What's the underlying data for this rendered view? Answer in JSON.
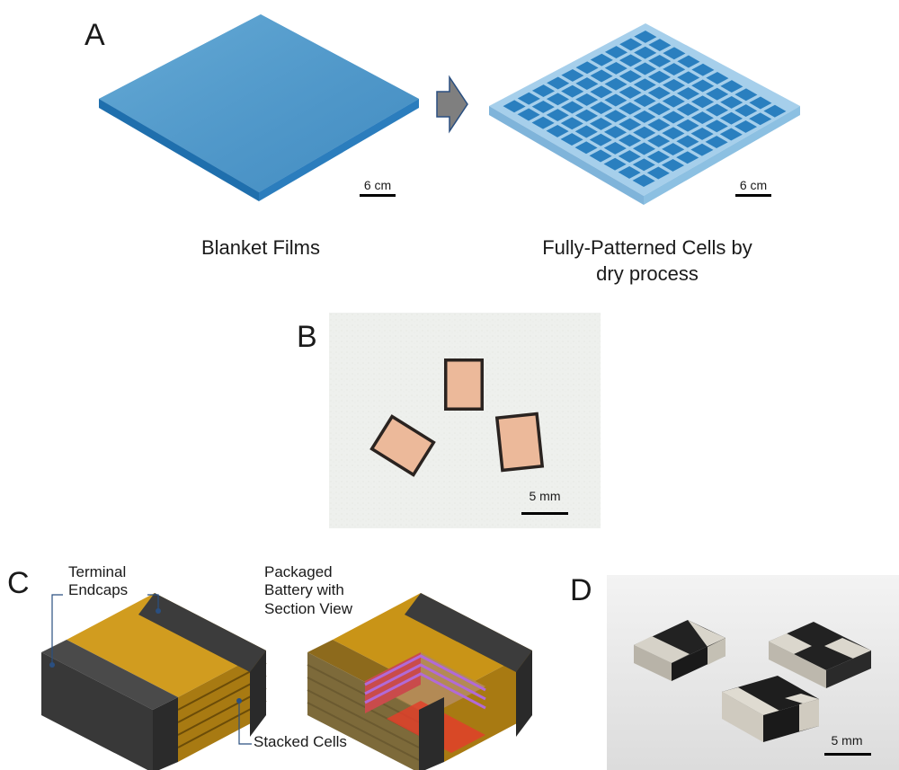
{
  "panels": {
    "a": {
      "letter": "A",
      "left_caption": "Blanket Films",
      "right_caption_line1": "Fully-Patterned Cells by",
      "right_caption_line2": "dry process",
      "scale_left": "6 cm",
      "scale_right": "6 cm",
      "grid": {
        "rows": 10,
        "cols": 10
      }
    },
    "b": {
      "letter": "B",
      "scale": "5 mm"
    },
    "c": {
      "letter": "C",
      "label_terminal_line1": "Terminal",
      "label_terminal_line2": "Endcaps",
      "label_packaged_line1": "Packaged",
      "label_packaged_line2": "Battery with",
      "label_packaged_line3": "Section View",
      "label_stacked": "Stacked Cells"
    },
    "d": {
      "letter": "D",
      "scale": "5 mm"
    }
  },
  "colors": {
    "film_blue": "#5b9fcc",
    "film_edge": "#2f7bb8",
    "grid_bg": "#a8d0ec",
    "cell_blue": "#2a7fbf",
    "arrow_gray": "#808080",
    "gold": "#d09a1c",
    "endcap": "#3d3d3d"
  }
}
